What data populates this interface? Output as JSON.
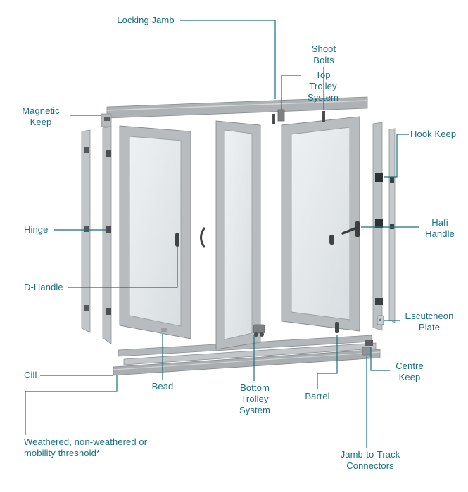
{
  "diagram": {
    "labels": {
      "locking_jamb": "Locking Jamb",
      "shoot_bolts": "Shoot Bolts",
      "top_trolley_system": "Top Trolley System",
      "magnetic_keep": "Magnetic Keep",
      "hook_keep": "Hook Keep",
      "hinge": "Hinge",
      "hafi_handle": "Hafi Handle",
      "d_handle": "D-Handle",
      "escutcheon_plate": "Escutcheon Plate",
      "centre_keep": "Centre Keep",
      "cill": "Cill",
      "bead": "Bead",
      "bottom_trolley_system": "Bottom Trolley System",
      "barrel": "Barrel",
      "jamb_to_track_connectors": "Jamb-to-Track Connectors",
      "threshold": "Weathered, non-weathered or mobility threshold*"
    },
    "colors": {
      "label_text": "#17707f",
      "leader_line": "#17707f",
      "frame": "#b8bcbe",
      "glass": "#e3e8ea",
      "track": "#aeb2b5",
      "hardware_dark": "#3f4346",
      "background": "#ffffff"
    }
  }
}
